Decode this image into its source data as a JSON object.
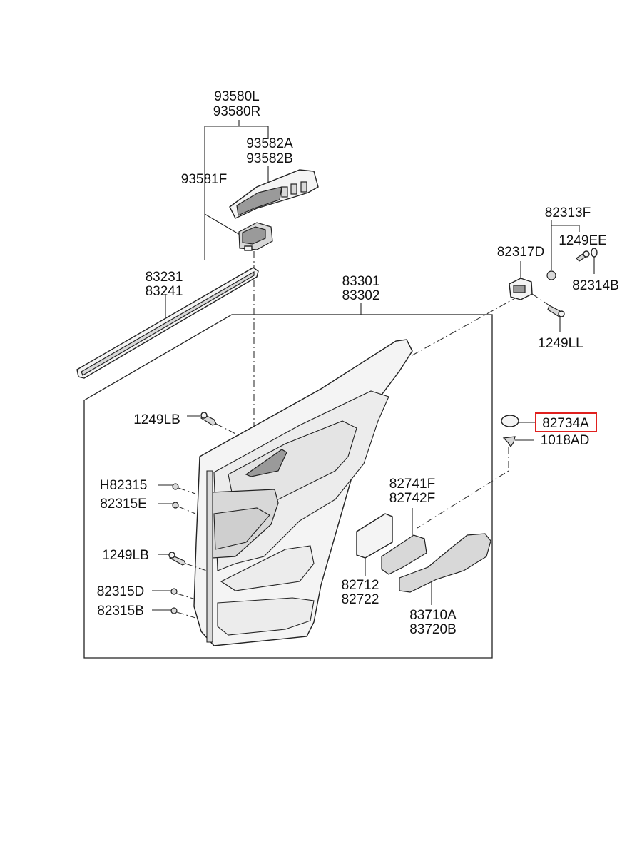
{
  "labels": {
    "p93580L": "93580L",
    "p93580R": "93580R",
    "p93582A": "93582A",
    "p93582B": "93582B",
    "p93581F": "93581F",
    "p82313F": "82313F",
    "p1249EE": "1249EE",
    "p82317D": "82317D",
    "p82314B": "82314B",
    "p83231": "83231",
    "p83241": "83241",
    "p83301": "83301",
    "p83302": "83302",
    "p1249LL": "1249LL",
    "p1249LB_a": "1249LB",
    "p82734A": "82734A",
    "p1018AD": "1018AD",
    "pH82315": "H82315",
    "p82315E": "82315E",
    "p82741F": "82741F",
    "p82742F": "82742F",
    "p1249LB_b": "1249LB",
    "p82712": "82712",
    "p82722": "82722",
    "p82315D": "82315D",
    "p82315B": "82315B",
    "p83710A": "83710A",
    "p83720B": "83720B"
  },
  "highlight": {
    "part": "82734A",
    "color": "#e0201e"
  }
}
